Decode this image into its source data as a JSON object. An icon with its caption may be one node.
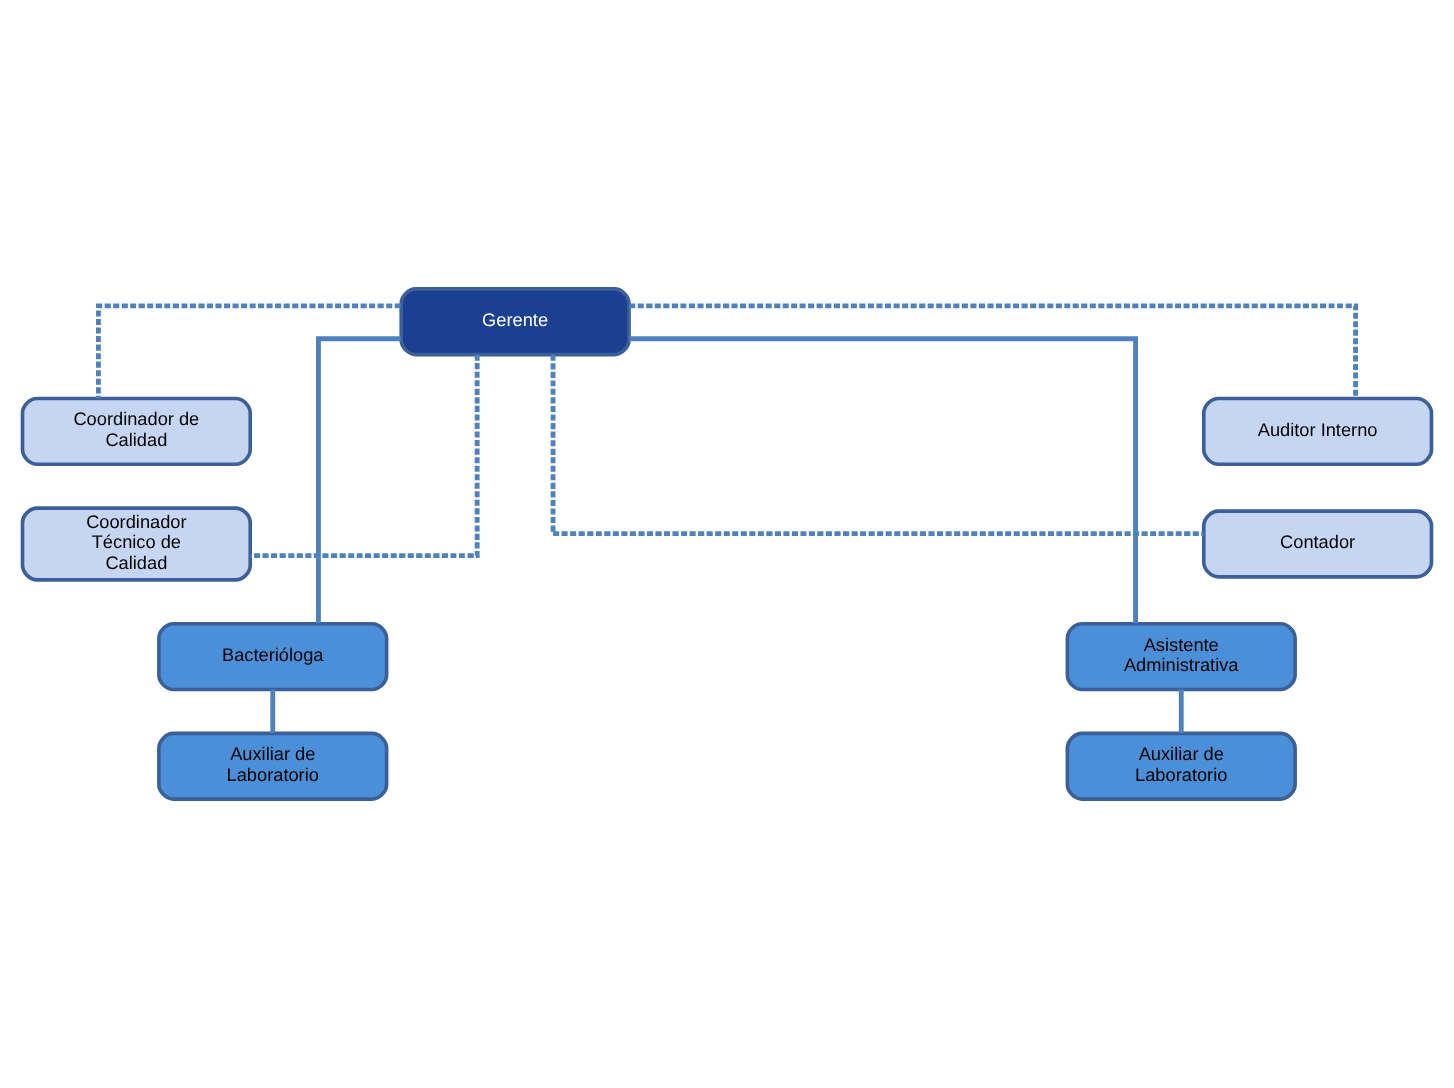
{
  "diagram": {
    "nodes": [
      {
        "text": [
          "Gerente"
        ]
      },
      {
        "text": [
          "Coordinador de Calidad"
        ]
      },
      {
        "text": [
          "Auditor Interno"
        ]
      },
      {
        "text": [
          "Coordinador Técnico de Calidad"
        ]
      },
      {
        "text": [
          "Contador"
        ]
      },
      {
        "text": [
          "Bacterióloga"
        ]
      },
      {
        "text": [
          "Asistente Administrativa"
        ]
      },
      {
        "text": [
          "Auxiliar de Laboratorio"
        ]
      },
      {
        "text": [
          "Auxiliar de Laboratorio"
        ]
      }
    ],
    "edges": [
      {
        "from": 0,
        "to": 1,
        "arrow": "none",
        "style": "dashed"
      },
      {
        "from": 0,
        "to": 2,
        "arrow": "none",
        "style": "dashed"
      },
      {
        "from": 0,
        "to": 3,
        "arrow": "none",
        "style": "dashed"
      },
      {
        "from": 0,
        "to": 4,
        "arrow": "none",
        "style": "dashed"
      },
      {
        "from": 0,
        "to": 5,
        "arrow": "none"
      },
      {
        "from": 0,
        "to": 6,
        "arrow": "none"
      },
      {
        "from": 5,
        "to": 7,
        "arrow": "none"
      },
      {
        "from": 6,
        "to": 8,
        "arrow": "none"
      }
    ]
  }
}
